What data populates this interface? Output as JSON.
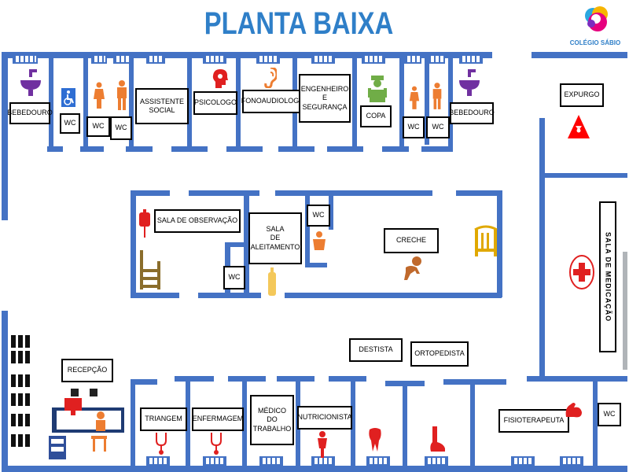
{
  "title": "PLANTA BAIXA",
  "logo": {
    "text": "COLÉGIO SÁBIO"
  },
  "rooms": {
    "bebedouro_left": "BEBEDOURO",
    "wc_accessible": "WC",
    "wc_1": "WC",
    "wc_2": "WC",
    "assistente_social": "ASSISTENTE\nSOCIAL",
    "psicologo": "PSICOLOGO",
    "fonoaudiologo": "FONOAUDIOLOGO",
    "engenheiro": "ENGENHEIRO\nE\nSEGURANÇA",
    "copa": "COPA",
    "wc_3": "WC",
    "wc_4": "WC",
    "bebedouro_right": "BEBEDOURO",
    "expurgo": "EXPURGO",
    "sala_observacao": "SALA DE OBSERVAÇÃO",
    "sala_aleitamento": "SALA\nDE\nALEITAMENTO",
    "wc_aleitamento": "WC",
    "wc_observacao": "WC",
    "creche": "CRECHE",
    "sala_medicacao": "SALA DE MEDICAÇÃO",
    "recepcao": "RECEPÇÃO",
    "destista": "DESTISTA",
    "ortopedista": "ORTOPEDISTA",
    "triangem": "TRIANGEM",
    "enfermagem": "ENFERMAGEM",
    "medico_trabalho": "MÉDICO\nDO\nTRABALHO",
    "nutricionista": "NUTRICIONISTA",
    "fisioterapeuta": "FISIOTERAPEUTA",
    "wc_fisio": "WC"
  },
  "colors": {
    "wall": "#4472c4",
    "title": "#2f7fc8",
    "sink": "#7030a0",
    "person": "#ed7d31",
    "hazard": "#ff0000",
    "cross": "#e02020",
    "crib": "#e0a800",
    "chef": "#70ad47",
    "head": "#e02020"
  },
  "icons": [
    "sink-icon",
    "wheelchair-icon",
    "person-icon",
    "head-icon",
    "ear-icon",
    "engineer-icon",
    "chef-icon",
    "hazard-icon",
    "iv-bag-icon",
    "bed-icon",
    "baby-bottle-icon",
    "crib-icon",
    "baby-icon",
    "medical-cross-icon",
    "chair-icon",
    "computer-icon",
    "stethoscope-icon",
    "body-icon",
    "tooth-icon",
    "foot-icon",
    "muscle-icon"
  ]
}
